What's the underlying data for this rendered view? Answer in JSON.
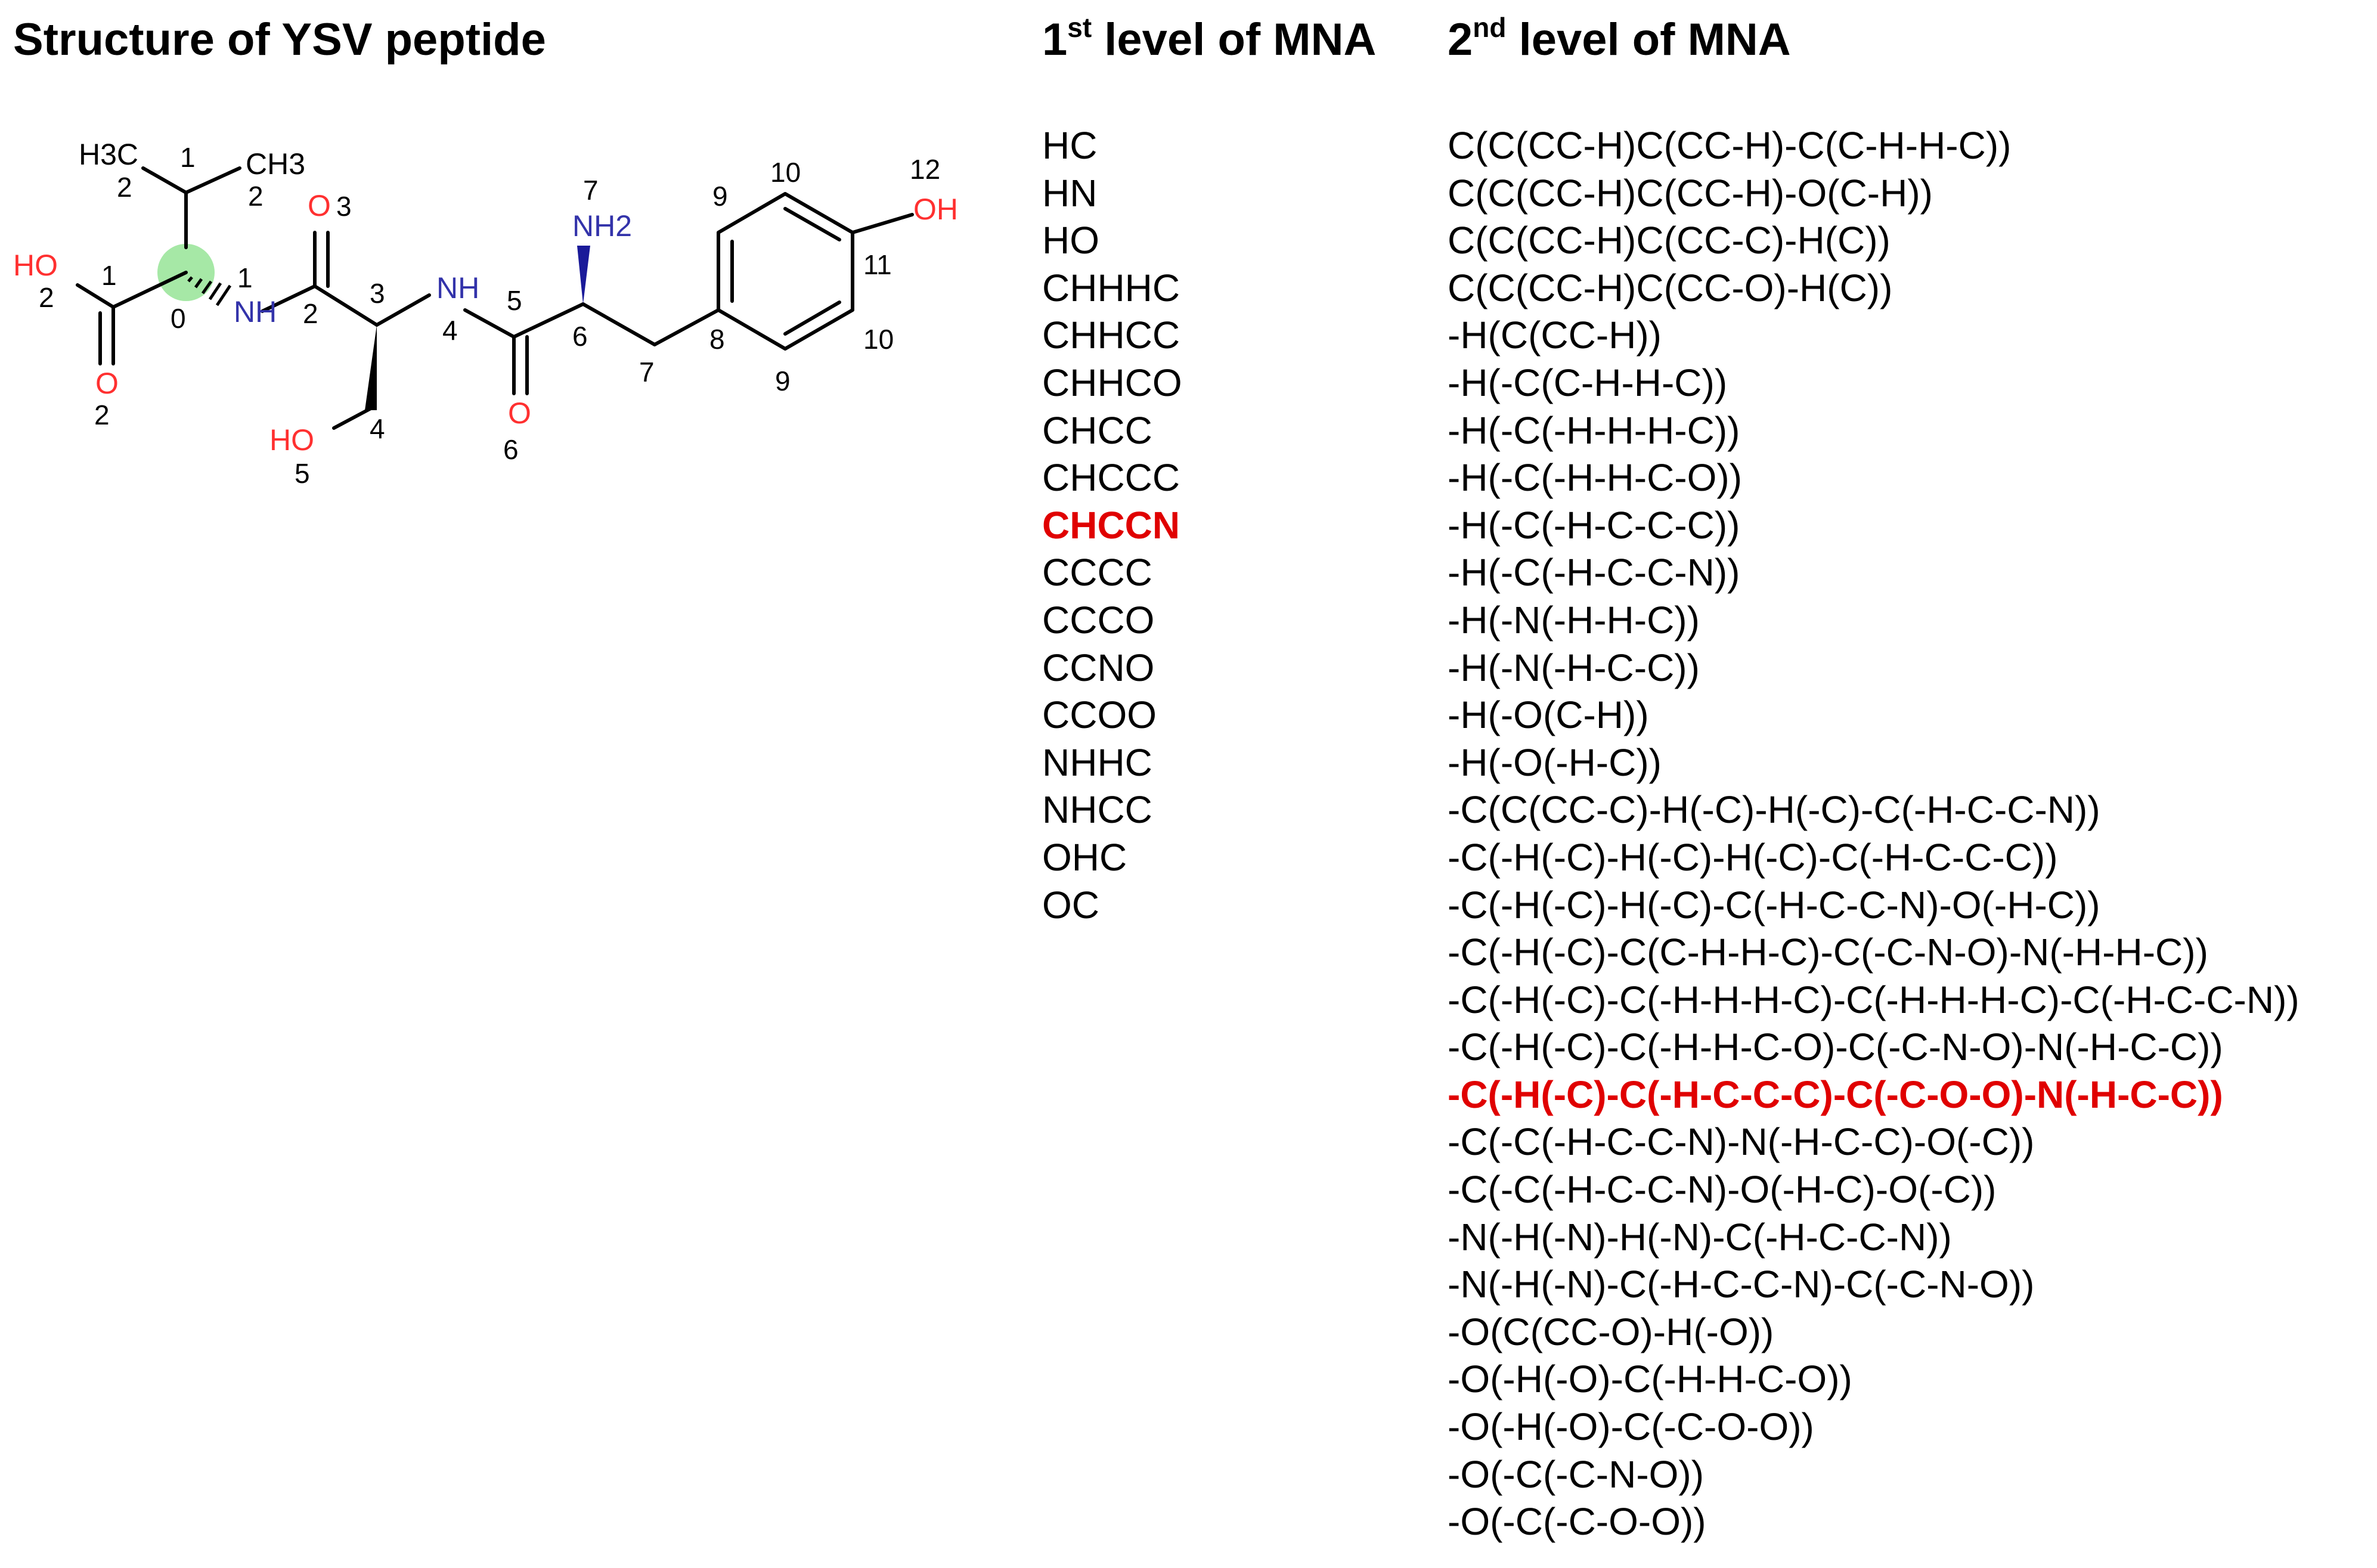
{
  "headings": {
    "structure_title": "Structure of YSV peptide",
    "level1_prefix": "1",
    "level1_sup": "st",
    "level1_rest": " level of MNA",
    "level2_prefix": "2",
    "level2_sup": "nd",
    "level2_rest": " level of MNA"
  },
  "structure": {
    "atom_labels": {
      "ch3_left": "H3C",
      "ch3_right": "CH3",
      "ho_acid": "HO",
      "o_acid": "O",
      "nh_1": "NH",
      "o_3": "O",
      "nh_4": "NH",
      "o_6": "O",
      "nh2": "NH2",
      "ho_ser": "HO",
      "oh_tyr": "OH"
    },
    "numbers": {
      "n_ch_1": "1",
      "n_ch3_left": "2",
      "n_ch3_right": "2",
      "n_acid_c": "1",
      "n_acid_oh": "2",
      "n_acid_o": "2",
      "n_ca_val": "0",
      "n_n1": "1",
      "n_c2": "2",
      "n_o3": "3",
      "n_c3": "3",
      "n_n4": "4",
      "n_c4": "4",
      "n_o5": "5",
      "n_c5": "5",
      "n_o6": "6",
      "n_c6": "6",
      "n_n7": "7",
      "n_c7": "7",
      "n_c8": "8",
      "n_c9_top": "9",
      "n_c9_bot": "9",
      "n_c10_top": "10",
      "n_c10_bot": "10",
      "n_c11": "11",
      "n_o12": "12"
    },
    "colors": {
      "bond": "#000000",
      "oxygen": "#ff3030",
      "nitrogen": "#3333aa",
      "wedge_n": "#1a1a99",
      "highlight": "#a6e8a6"
    }
  },
  "mna": {
    "highlight_color": "#e00000",
    "level1": [
      {
        "text": "HC",
        "highlight": false
      },
      {
        "text": "HN",
        "highlight": false
      },
      {
        "text": "HO",
        "highlight": false
      },
      {
        "text": "CHHHC",
        "highlight": false
      },
      {
        "text": "CHHCC",
        "highlight": false
      },
      {
        "text": "CHHCO",
        "highlight": false
      },
      {
        "text": "CHCC",
        "highlight": false
      },
      {
        "text": "CHCCC",
        "highlight": false
      },
      {
        "text": "CHCCN",
        "highlight": true
      },
      {
        "text": "CCCC",
        "highlight": false
      },
      {
        "text": "CCCO",
        "highlight": false
      },
      {
        "text": "CCNO",
        "highlight": false
      },
      {
        "text": "CCOO",
        "highlight": false
      },
      {
        "text": "NHHC",
        "highlight": false
      },
      {
        "text": "NHCC",
        "highlight": false
      },
      {
        "text": "OHC",
        "highlight": false
      },
      {
        "text": "OC",
        "highlight": false
      }
    ],
    "level2": [
      {
        "text": "C(C(CC-H)C(CC-H)-C(C-H-H-C))",
        "highlight": false
      },
      {
        "text": "C(C(CC-H)C(CC-H)-O(C-H))",
        "highlight": false
      },
      {
        "text": "C(C(CC-H)C(CC-C)-H(C))",
        "highlight": false
      },
      {
        "text": "C(C(CC-H)C(CC-O)-H(C))",
        "highlight": false
      },
      {
        "text": "-H(C(CC-H))",
        "highlight": false
      },
      {
        "text": "-H(-C(C-H-H-C))",
        "highlight": false
      },
      {
        "text": "-H(-C(-H-H-H-C))",
        "highlight": false
      },
      {
        "text": "-H(-C(-H-H-C-O))",
        "highlight": false
      },
      {
        "text": "-H(-C(-H-C-C-C))",
        "highlight": false
      },
      {
        "text": "-H(-C(-H-C-C-N))",
        "highlight": false
      },
      {
        "text": "-H(-N(-H-H-C))",
        "highlight": false
      },
      {
        "text": "-H(-N(-H-C-C))",
        "highlight": false
      },
      {
        "text": "-H(-O(C-H))",
        "highlight": false
      },
      {
        "text": "-H(-O(-H-C))",
        "highlight": false
      },
      {
        "text": "-C(C(CC-C)-H(-C)-H(-C)-C(-H-C-C-N))",
        "highlight": false
      },
      {
        "text": "-C(-H(-C)-H(-C)-H(-C)-C(-H-C-C-C))",
        "highlight": false
      },
      {
        "text": "-C(-H(-C)-H(-C)-C(-H-C-C-N)-O(-H-C))",
        "highlight": false
      },
      {
        "text": "-C(-H(-C)-C(C-H-H-C)-C(-C-N-O)-N(-H-H-C))",
        "highlight": false
      },
      {
        "text": "-C(-H(-C)-C(-H-H-H-C)-C(-H-H-H-C)-C(-H-C-C-N))",
        "highlight": false
      },
      {
        "text": "-C(-H(-C)-C(-H-H-C-O)-C(-C-N-O)-N(-H-C-C))",
        "highlight": false
      },
      {
        "text": "-C(-H(-C)-C(-H-C-C-C)-C(-C-O-O)-N(-H-C-C))",
        "highlight": true
      },
      {
        "text": "-C(-C(-H-C-C-N)-N(-H-C-C)-O(-C))",
        "highlight": false
      },
      {
        "text": "-C(-C(-H-C-C-N)-O(-H-C)-O(-C))",
        "highlight": false
      },
      {
        "text": "-N(-H(-N)-H(-N)-C(-H-C-C-N))",
        "highlight": false
      },
      {
        "text": "-N(-H(-N)-C(-H-C-C-N)-C(-C-N-O))",
        "highlight": false
      },
      {
        "text": "-O(C(CC-O)-H(-O))",
        "highlight": false
      },
      {
        "text": "-O(-H(-O)-C(-H-H-C-O))",
        "highlight": false
      },
      {
        "text": "-O(-H(-O)-C(-C-O-O))",
        "highlight": false
      },
      {
        "text": "-O(-C(-C-N-O))",
        "highlight": false
      },
      {
        "text": "-O(-C(-C-O-O))",
        "highlight": false
      }
    ]
  }
}
